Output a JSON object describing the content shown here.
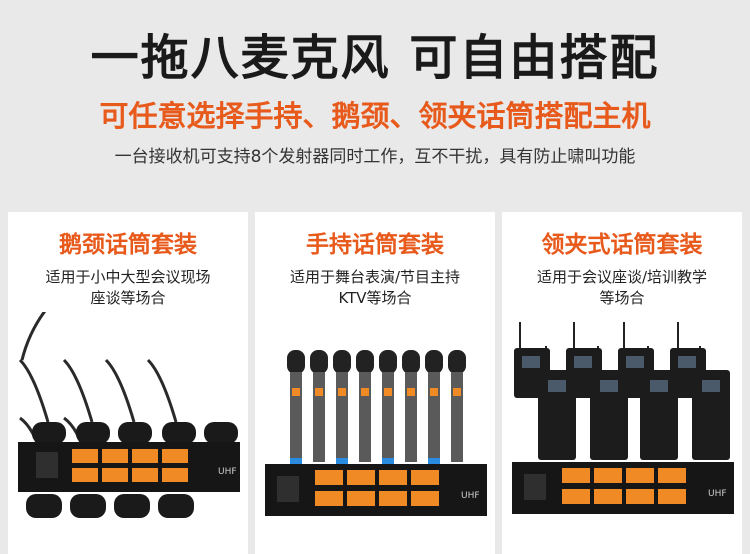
{
  "hero": {
    "title": "一拖八麦克风 可自由搭配",
    "subtitle": "可任意选择手持、鹅颈、领夹话筒搭配主机",
    "description": "一台接收机可支持8个发射器同时工作，互不干扰，具有防止啸叫功能"
  },
  "cards": [
    {
      "title": "鹅颈话筒套装",
      "line1": "适用于小中大型会议现场",
      "line2": "座谈等场合",
      "receiver_label": "UHF"
    },
    {
      "title": "手持话筒套装",
      "line1": "适用于舞台表演/节目主持",
      "line2": "KTV等场合",
      "receiver_label": "UHF"
    },
    {
      "title": "领夹式话筒套装",
      "line1": "适用于会议座谈/培训教学",
      "line2": "等场合",
      "receiver_label": "UHF"
    }
  ],
  "colors": {
    "accent": "#e85a1c",
    "title": "#1a1a1a",
    "background": "#e9e9e9",
    "card": "#ffffff",
    "display_orange": "#f08a24"
  },
  "icons": [
    "gooseneck-microphone-icon",
    "handheld-microphone-icon",
    "bodypack-transmitter-icon",
    "receiver-unit-icon"
  ]
}
